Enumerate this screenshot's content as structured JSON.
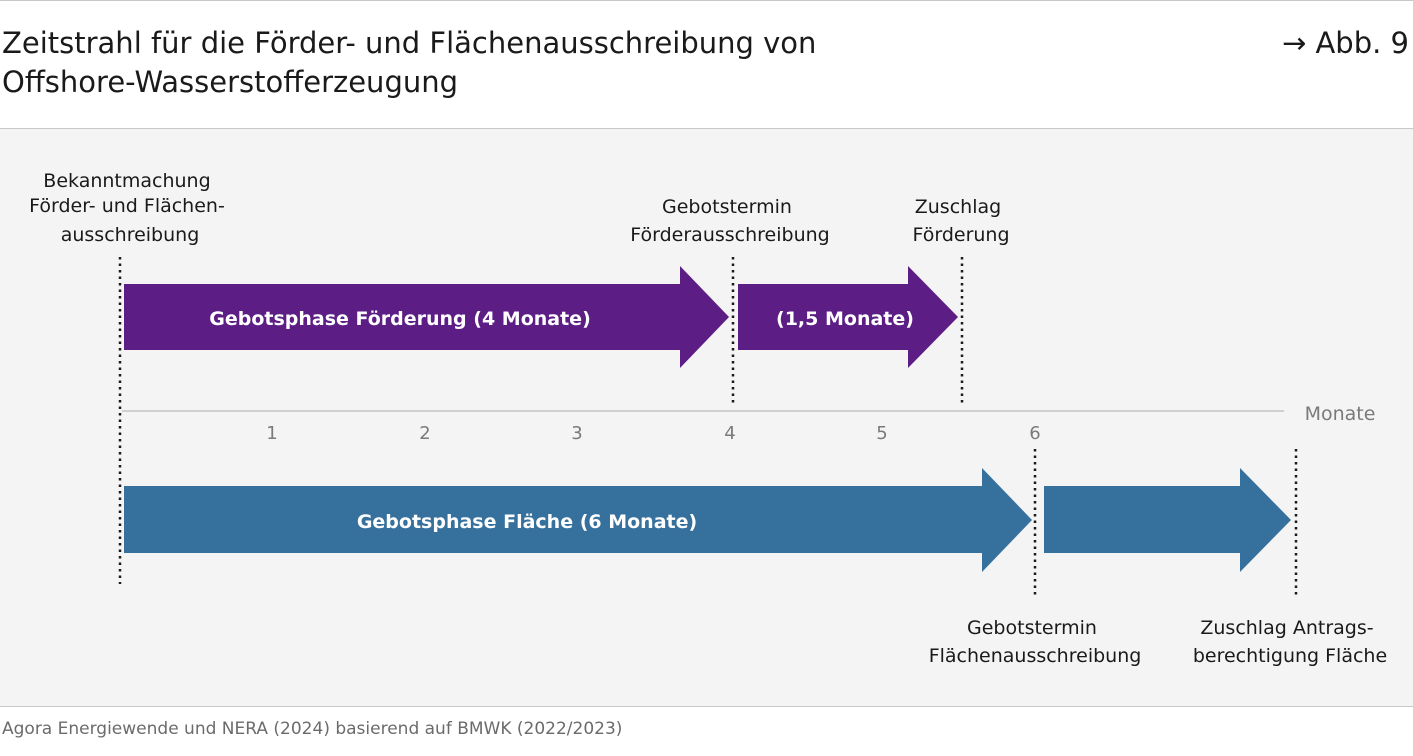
{
  "header": {
    "title_line1": "Zeitstrahl für die Förder- und Flächenausschreibung von",
    "title_line2": "Offshore-Wasserstofferzeugung",
    "figure_ref": "→ Abb. 9"
  },
  "diagram": {
    "axis_label": "Monate",
    "ticks": [
      "1",
      "2",
      "3",
      "4",
      "5",
      "6"
    ],
    "milestones": {
      "start": [
        "Bekanntmachung",
        "Förder- und Flächen-",
        "ausschreibung"
      ],
      "bid_foerder": [
        "Gebotstermin",
        "Förderausschreibung"
      ],
      "award_foerder": [
        "Zuschlag",
        "Förderung"
      ],
      "bid_flaeche": [
        "Gebotstermin",
        "Flächenausschreibung"
      ],
      "award_flaeche": [
        "Zuschlag Antrags-",
        "berechtigung Fläche"
      ]
    },
    "bars": {
      "foerder_phase": "Gebotsphase Förderung (4 Monate)",
      "foerder_award_phase": "(1,5 Monate)",
      "flaeche_phase": "Gebotsphase Fläche (6 Monate)"
    },
    "colors": {
      "purple": "#5c1e85",
      "blue": "#36709c",
      "axis": "#c4c4c4",
      "tick_text": "#7a7a7a"
    }
  },
  "footer": {
    "source": "Agora Energiewende und NERA (2024) basierend auf BMWK (2022/2023)"
  }
}
